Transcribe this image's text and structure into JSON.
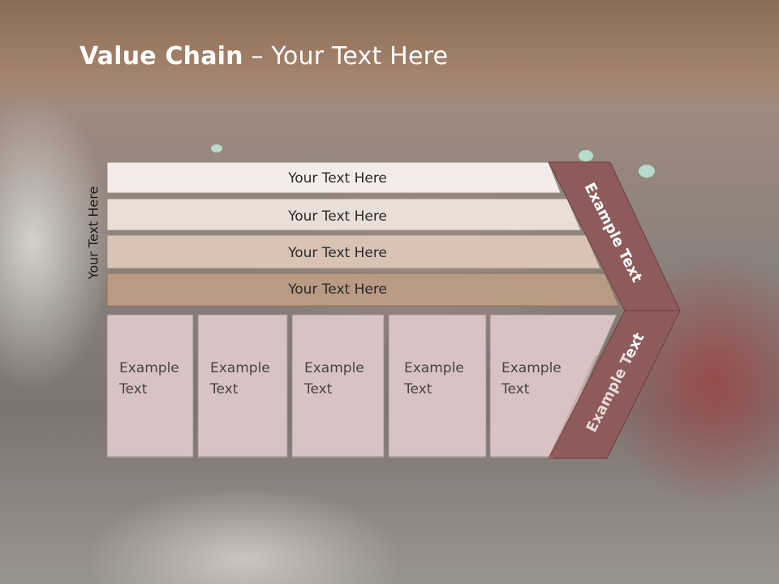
{
  "title": {
    "bold": "Value Chain",
    "rest": " – Your Text Here"
  },
  "side_label": "Your Text Here",
  "support_bands": [
    {
      "label": "Your Text Here",
      "color": "#f3ecea"
    },
    {
      "label": "Your Text Here",
      "color": "#eadfd7"
    },
    {
      "label": "Your Text Here",
      "color": "#d8c3b5"
    },
    {
      "label": "Your Text Here",
      "color": "#b99a83"
    }
  ],
  "primary_boxes": [
    {
      "line1": "Example",
      "line2": "Text"
    },
    {
      "line1": "Example",
      "line2": "Text"
    },
    {
      "line1": "Example",
      "line2": "Text"
    },
    {
      "line1": "Example",
      "line2": "Text"
    },
    {
      "line1": "Example",
      "line2": "Text"
    }
  ],
  "arrow_top_label": "Example Text",
  "arrow_bottom_label": "Example Text",
  "colors": {
    "box_fill": "#d7c3c3",
    "arrow_fill": "#8e5b5b",
    "title_text": "#ffffff"
  }
}
